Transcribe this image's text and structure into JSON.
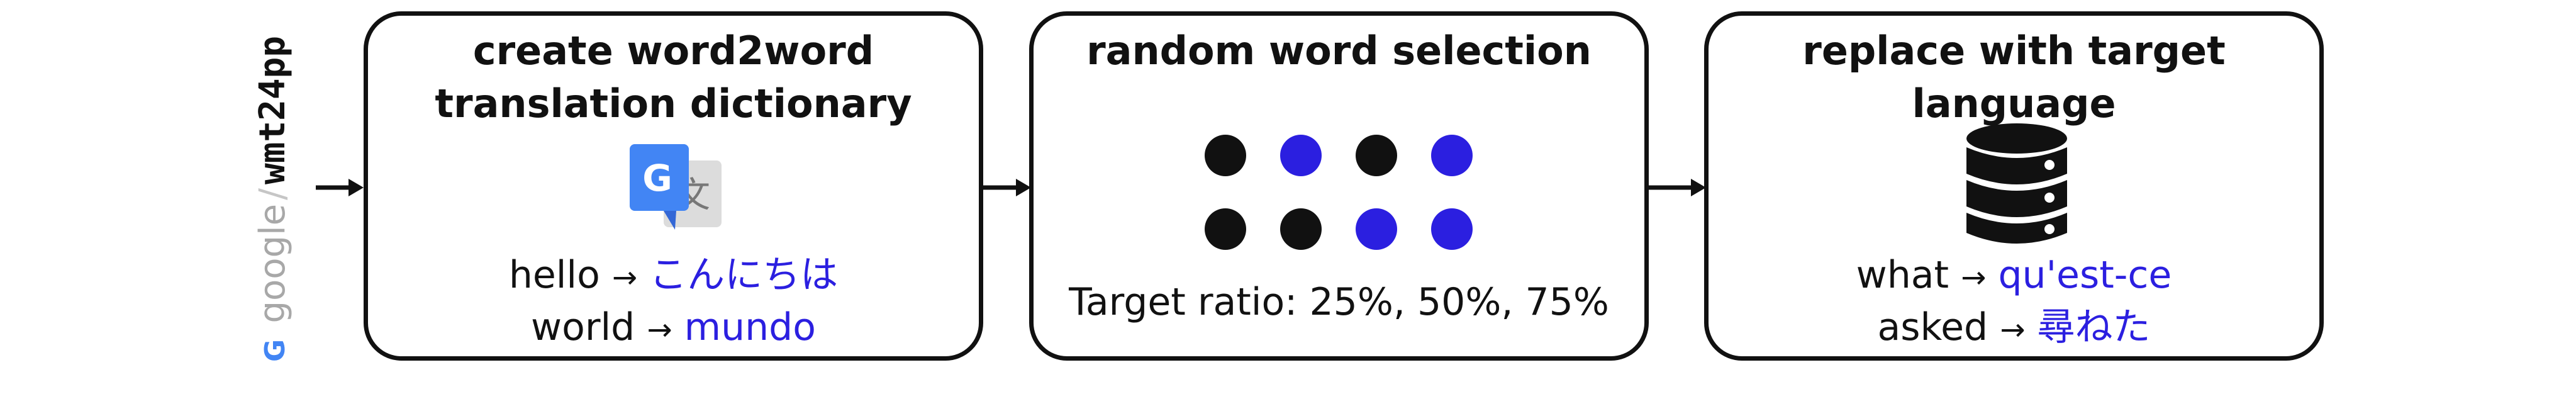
{
  "side_label": {
    "logo_letter": "G",
    "brand": "google",
    "slash": "/",
    "dataset": "wmt24pp"
  },
  "boxes": [
    {
      "title": "create word2word translation dictionary",
      "lines": [
        {
          "source": "hello",
          "arrow": "→",
          "target": "こんにちは"
        },
        {
          "source": "world",
          "arrow": "→",
          "target": "mundo"
        }
      ],
      "icon": "google-translate-icon"
    },
    {
      "title": "random word selection",
      "dots": [
        [
          "black",
          "blue",
          "black",
          "blue"
        ],
        [
          "black",
          "black",
          "blue",
          "blue"
        ]
      ],
      "caption": "Target ratio: 25%, 50%, 75%"
    },
    {
      "title": "replace with target language",
      "lines": [
        {
          "source": "what",
          "arrow": "→",
          "target": "qu'est-ce"
        },
        {
          "source": "asked",
          "arrow": "→",
          "target": "尋ねた"
        }
      ],
      "icon": "database-icon"
    }
  ],
  "colors": {
    "black": "#111111",
    "blue": "#2b1fe0",
    "google_blue": "#4285f4",
    "google_red": "#ea4335",
    "google_yellow": "#fbbc05",
    "google_green": "#34a853"
  },
  "connectors": [
    "input-arrow",
    "arrow-1-to-2",
    "arrow-2-to-3"
  ]
}
